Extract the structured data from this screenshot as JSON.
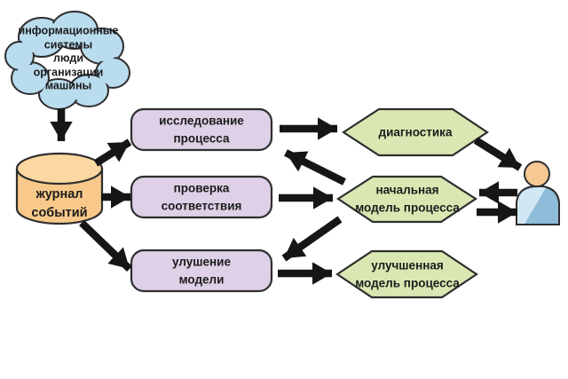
{
  "diagram": {
    "source_cloud": {
      "label": "информационные\nсистемы\nлюди\nорганизации\nмашины"
    },
    "event_log": {
      "label": "журнал\nсобытий"
    },
    "activities": [
      {
        "label": "исследование\nпроцесса"
      },
      {
        "label": "проверка\nсоответствия"
      },
      {
        "label": "улушение\nмодели"
      }
    ],
    "artifacts": [
      {
        "label": "диагностика"
      },
      {
        "label": "начальная\nмодель процесса"
      },
      {
        "label": "улучшенная\nмодель процесса"
      }
    ],
    "colors": {
      "cloud_fill": "#b9dcee",
      "cylinder_fill": "#f8c98a",
      "cylinder_top_fill": "#fbd8a1",
      "activity_fill": "#ddd0e7",
      "artifact_fill": "#d9e8b2",
      "arrow": "#161616",
      "person_head": "#f6c893",
      "person_body": "#8fbcd9",
      "person_body_highlight": "#d2e7f4"
    }
  }
}
